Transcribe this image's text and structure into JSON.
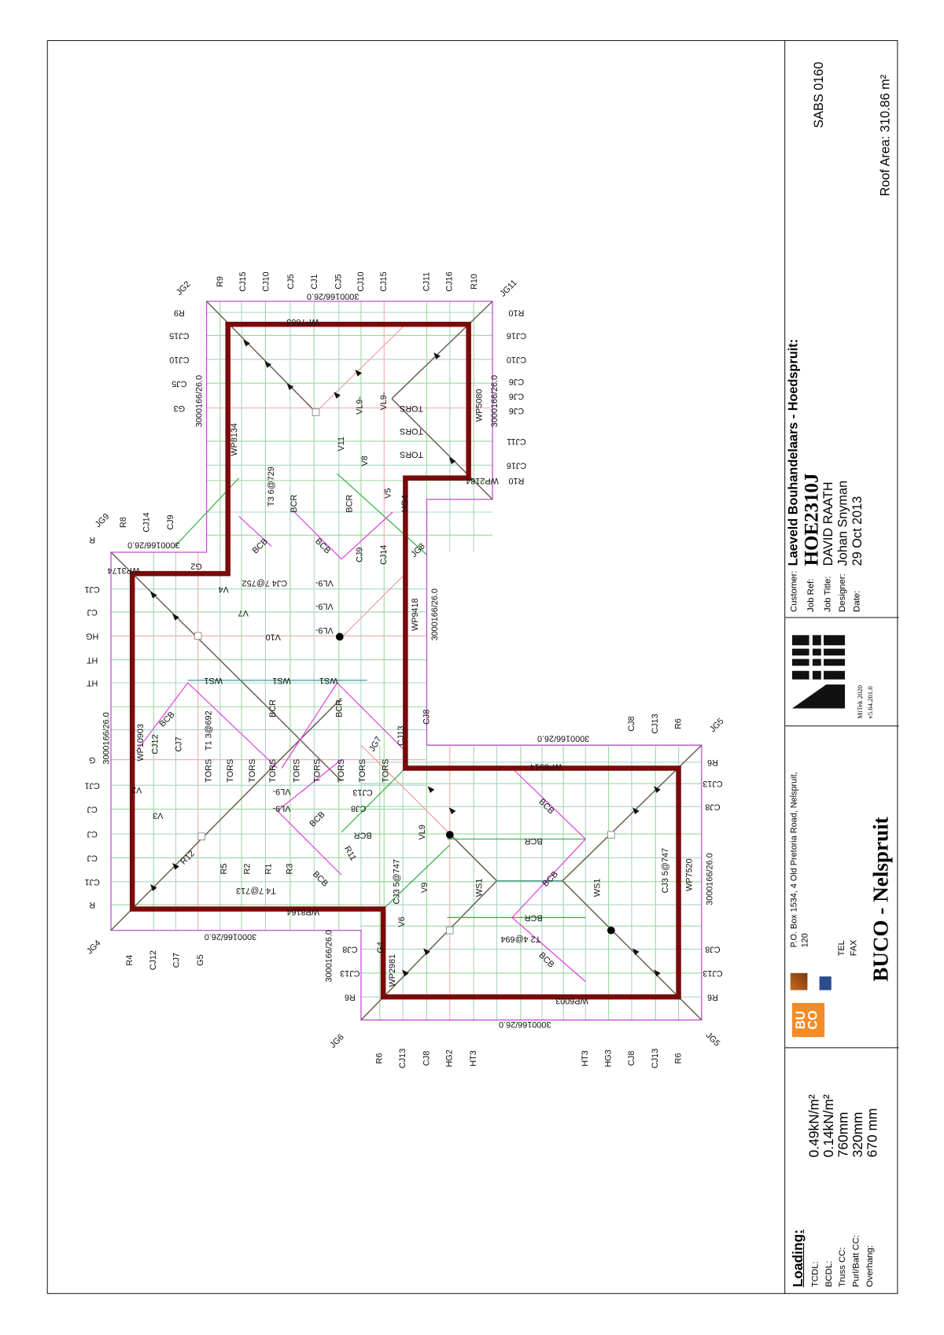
{
  "title_block": {
    "loading": {
      "heading": "Loading:",
      "rows": [
        {
          "label": "TCDL:",
          "value": "0.49kN/m²"
        },
        {
          "label": "BCDL:",
          "value": "0.14kN/m²"
        },
        {
          "label": "Truss CC:",
          "value": "760mm"
        },
        {
          "label": "Purl/Batt CC:",
          "value": "320mm"
        },
        {
          "label": "Overhang:",
          "value": "670 mm"
        }
      ]
    },
    "supplier": {
      "logo_text": "BU CO",
      "address_line1": "P.O. Box 1534, 4 Old Pretoria Road, Nelspruit,",
      "address_line2": "120",
      "tel_label": "TEL",
      "fax_label": "FAX",
      "name": "BUCO - Nelspruit"
    },
    "software": {
      "name": "MiTek 2020",
      "version": "v5.64.201.0"
    },
    "job": {
      "customer_label": "Customer:",
      "customer": "Laeveld Bouhandelaars - Hoedspruit:",
      "job_ref_label": "Job Ref:",
      "job_ref": "HOE2310J",
      "job_title_label": "Job Title:",
      "job_title": "DAVID RAATH",
      "designer_label": "Designer:",
      "designer": "Johan Snyman",
      "date_label": "Date:",
      "date": "29 Oct 2013",
      "standard": "SABS 0160",
      "roof_area": "Roof Area: 310.86 m²"
    }
  },
  "colors": {
    "wall_plate": "#7a0a0a",
    "overhang": "#c050d0",
    "brace": "#e040e0",
    "logo": "#f28c28"
  },
  "drawing": {
    "labels": [
      "R9",
      "CJ15",
      "CJ10",
      "CJ5",
      "CJ1",
      "CJ5",
      "CJ10",
      "CJ15",
      "CJ11",
      "CJ16",
      "R10",
      "JG2",
      "JG11",
      "3000166/26.0",
      "3000166/26.0",
      "R9",
      "CJ15",
      "CJ10",
      "CJ5",
      "G3",
      "R10",
      "CJ16",
      "CJ10",
      "CJ6",
      "CJ6",
      "CJ6",
      "CJ11",
      "CJ16",
      "R10",
      "3000166/26.0",
      "WP7663",
      "WP8134",
      "WP5080",
      "WP2184",
      "T3 6@729",
      "BCR",
      "BCR",
      "V11",
      "V8",
      "V5",
      "VL9-",
      "VL9-",
      "TORS",
      "TORS",
      "TORS",
      "HG4",
      "BCB",
      "BCB",
      "CJ9",
      "CJ14",
      "JG8",
      "R8",
      "CJ14",
      "CJ9",
      "JG9",
      "3000166/26.0",
      "WP3174",
      "G2",
      "R",
      "CJ1",
      "CJ",
      "HG",
      "HT",
      "HT",
      "G",
      "CJ1",
      "CJ",
      "CJ",
      "CJ",
      "CJ1",
      "R",
      "CJ4 7@752",
      "V4",
      "V7",
      "VL9-",
      "VL9-",
      "VL9-",
      "V10",
      "WS1",
      "WS1",
      "WS1",
      "BCR",
      "BCR",
      "WP10903",
      "3000166/26.0",
      "CJ12",
      "BCB",
      "CJ7",
      "T1 3@692",
      "TORS",
      "TORS",
      "TORS",
      "TORS",
      "TORS",
      "TORS",
      "TORS",
      "TORS",
      "TORS",
      "WP9418",
      "3000166/26.0",
      "CJ8",
      "CJ13",
      "JG7",
      "V2",
      "V3",
      "R12",
      "VL9-",
      "VL9-",
      "CJ13",
      "CJ8",
      "BCB",
      "BCR",
      "R11",
      "R5",
      "R2",
      "R1",
      "R3",
      "T4 7@713",
      "BCB",
      "WP8164",
      "3000166/26.0",
      "R4",
      "CJ12",
      "CJ7",
      "G5",
      "JG4",
      "CJ3 5@747",
      "VL9",
      "V9",
      "V6",
      "G4",
      "WP2981",
      "WS1",
      "WS1",
      "BCB",
      "BCR",
      "BCB",
      "BCR",
      "T2 4@694",
      "BCB",
      "CJ3 5@747",
      "WP7520",
      "3000166/26.0",
      "WP8914",
      "3000166/26.0",
      "CJ8",
      "CJ13",
      "R6",
      "JG5",
      "R6",
      "CJ13",
      "CJ8",
      "CJ8",
      "CJ13",
      "R6",
      "WP6003",
      "3000166/26.0",
      "R6",
      "CJ13",
      "CJ8",
      "HG2",
      "HT3",
      "HT3",
      "HG3",
      "CJ8",
      "CJ13",
      "R6",
      "JG6",
      "JG5",
      "CJ8",
      "CJ13",
      "R6",
      "3000166/26.0"
    ]
  }
}
